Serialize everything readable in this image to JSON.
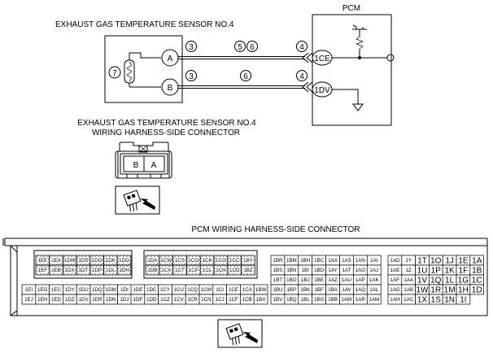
{
  "sensor_title": "EXHAUST GAS TEMPERATURE SENSOR NO.4",
  "pcm_title": "PCM",
  "sensor_pins": [
    "A",
    "B"
  ],
  "pcm_pins": [
    "1CE",
    "1DV"
  ],
  "wire_top_marks": [
    "3",
    "5",
    "6",
    "4"
  ],
  "wire_bottom_marks": [
    "3",
    "6",
    "4"
  ],
  "sensor_mark": "7",
  "connector_title_line1": "EXHAUST GAS TEMPERATURE SENSOR NO.4",
  "connector_title_line2": "WIRING HARNESS-SIDE CONNECTOR",
  "sensor_connector_pins": [
    "B",
    "A"
  ],
  "pcm_connector_title": "PCM WIRING HARNESS-SIDE CONNECTOR",
  "pcm_connector": {
    "block1": [
      [
        "1EE",
        "1EA",
        "1DW",
        "1DS",
        "1DO",
        "1DK",
        "1DG"
      ],
      [
        "1EF",
        "1EB",
        "1DX",
        "1DT",
        "1DP",
        "1DL",
        "1DH"
      ]
    ],
    "block1_bottom": [
      [
        "1EI",
        "1EG",
        "1EC",
        "1DY",
        "1DU",
        "1DQ",
        "1DM",
        "1DI"
      ],
      [
        "1EJ",
        "1EH",
        "1ED",
        "1DZ",
        "1DV",
        "1DR",
        "1DN",
        "1DJ"
      ]
    ],
    "block2": [
      [
        "1DA",
        "1CW",
        "1CS",
        "1CO",
        "1CK",
        "1CG",
        "1CC",
        "1BY"
      ],
      [
        "1DB",
        "1CX",
        "1CT",
        "1CP",
        "1CL",
        "1CH",
        "1CD",
        "1BZ"
      ]
    ],
    "block2_bottom": [
      [
        "1DE",
        "1DC",
        "1CY",
        "1CU",
        "1CQ",
        "1CM",
        "1CI",
        "1CE",
        "1CA",
        "1BW"
      ],
      [
        "1DF",
        "1DD",
        "1CZ",
        "1CV",
        "1CR",
        "1CN",
        "1CJ",
        "1CF",
        "1CB",
        "1BX"
      ]
    ],
    "block3": [
      [
        "1BR",
        "1BM",
        "1BH",
        "1BC",
        "1AX",
        "1AS",
        "1AN",
        "1AI"
      ],
      [
        "1BS",
        "1BN",
        "1BI",
        "1BD",
        "1AY",
        "1AT",
        "1AO",
        "1AJ"
      ],
      [
        "1BT",
        "1BO",
        "1BJ",
        "1BE",
        "1AZ",
        "1AU",
        "1AP",
        "1AK"
      ],
      [
        "1BU",
        "1BP",
        "1BK",
        "1BF",
        "1BA",
        "1AV",
        "1AQ",
        "1AL"
      ],
      [
        "1BV",
        "1BQ",
        "1BL",
        "1BG",
        "1BB",
        "1AW",
        "1AR",
        "1AM"
      ]
    ],
    "block4": [
      [
        "1AD",
        "1Y",
        "1T",
        "1O",
        "1J",
        "1E",
        "1A"
      ],
      [
        "1AE",
        "1Z",
        "1U",
        "1P",
        "1K",
        "1F",
        "1B"
      ],
      [
        "1AF",
        "1AA",
        "1V",
        "1Q",
        "1L",
        "1G",
        "1C"
      ],
      [
        "1AG",
        "1AB",
        "1W",
        "1R",
        "1M",
        "1H",
        "1D"
      ],
      [
        "1AH",
        "1AC",
        "1X",
        "1S",
        "1N",
        "1I",
        ""
      ]
    ]
  }
}
